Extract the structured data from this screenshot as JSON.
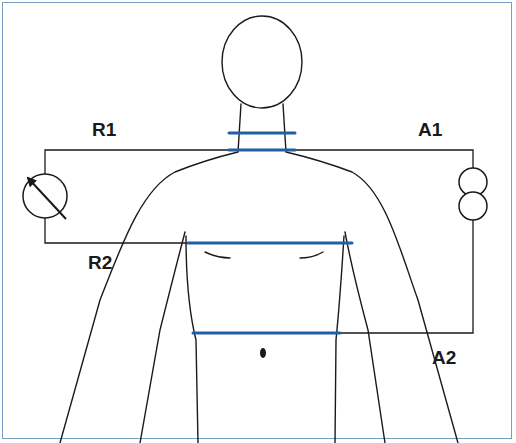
{
  "diagram": {
    "labels": [
      "R1",
      "R2",
      "A1",
      "A2"
    ]
  }
}
